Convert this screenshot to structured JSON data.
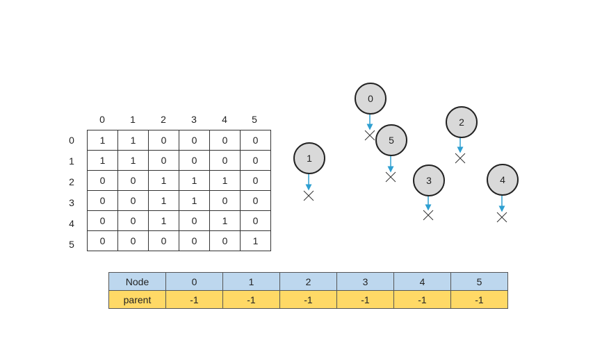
{
  "matrix": {
    "col_headers": [
      "0",
      "1",
      "2",
      "3",
      "4",
      "5"
    ],
    "row_headers": [
      "0",
      "1",
      "2",
      "3",
      "4",
      "5"
    ],
    "rows": [
      [
        "1",
        "1",
        "0",
        "0",
        "0",
        "0"
      ],
      [
        "1",
        "1",
        "0",
        "0",
        "0",
        "0"
      ],
      [
        "0",
        "0",
        "1",
        "1",
        "1",
        "0"
      ],
      [
        "0",
        "0",
        "1",
        "1",
        "0",
        "0"
      ],
      [
        "0",
        "0",
        "1",
        "0",
        "1",
        "0"
      ],
      [
        "0",
        "0",
        "0",
        "0",
        "0",
        "1"
      ]
    ]
  },
  "nodes": [
    "0",
    "1",
    "2",
    "3",
    "4",
    "5"
  ],
  "parent_table": {
    "header_label": "Node",
    "row_label": "parent",
    "node_ids": [
      "0",
      "1",
      "2",
      "3",
      "4",
      "5"
    ],
    "parents": [
      "-1",
      "-1",
      "-1",
      "-1",
      "-1",
      "-1"
    ]
  },
  "colors": {
    "node_fill": "#d9d9d9",
    "arrow": "#2e9fd1",
    "header_row": "#bdd7ee",
    "parent_row": "#ffd966"
  }
}
